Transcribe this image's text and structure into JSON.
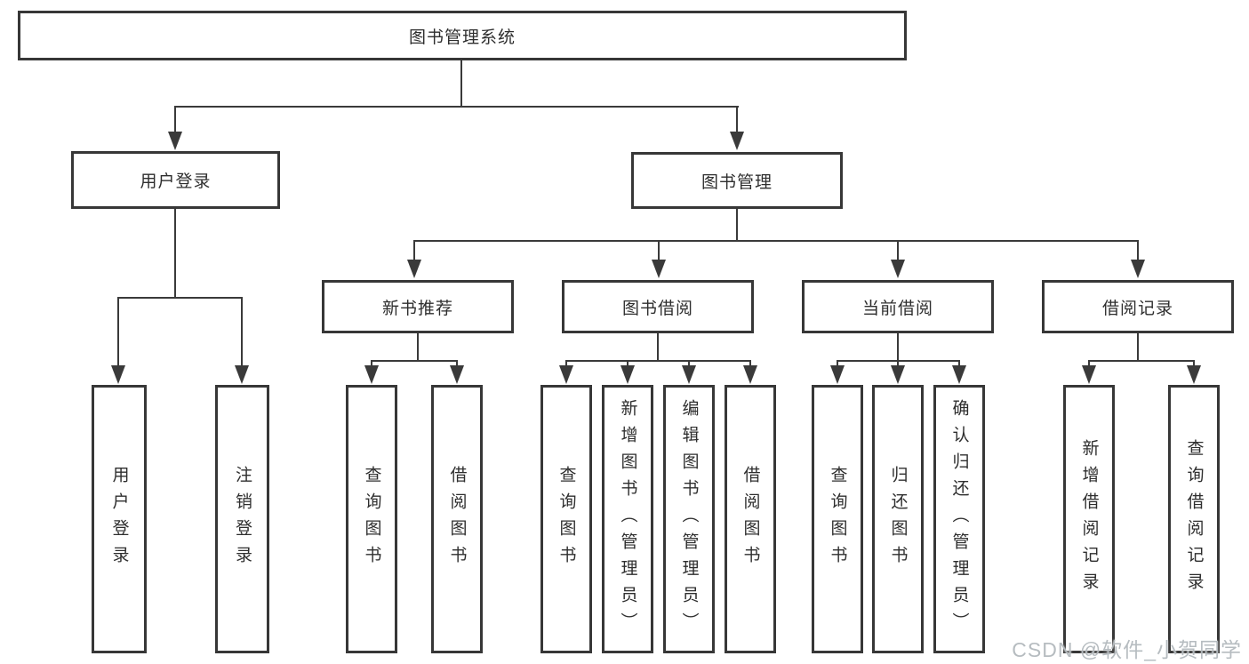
{
  "diagram": {
    "title_node": {
      "label": "图书管理系统"
    },
    "level2": {
      "user_login": {
        "label": "用户登录"
      },
      "book_management": {
        "label": "图书管理"
      }
    },
    "level3": {
      "new_book_recommend": {
        "label": "新书推荐"
      },
      "book_borrow": {
        "label": "图书借阅"
      },
      "current_borrow": {
        "label": "当前借阅"
      },
      "borrow_records": {
        "label": "借阅记录"
      }
    },
    "leaves": {
      "user_login_leaf": {
        "label": "用户登录"
      },
      "logout": {
        "label": "注销登录"
      },
      "query_book_1": {
        "label": "查询图书"
      },
      "borrow_book_1": {
        "label": "借阅图书"
      },
      "query_book_2": {
        "label": "查询图书"
      },
      "add_book_admin": {
        "label": "新增图书（管理员）"
      },
      "edit_book_admin": {
        "label": "编辑图书（管理员）"
      },
      "borrow_book_2": {
        "label": "借阅图书"
      },
      "query_book_3": {
        "label": "查询图书"
      },
      "return_book": {
        "label": "归还图书"
      },
      "confirm_return_admin": {
        "label": "确认归还（管理员）"
      },
      "add_borrow_record": {
        "label": "新增借阅记录"
      },
      "query_borrow_record": {
        "label": "查询借阅记录"
      }
    }
  },
  "watermark": {
    "text": "CSDN @软件_小贺同学"
  },
  "colors": {
    "background": "#ffffff",
    "box_border": "#373737",
    "line": "#3a3a3a",
    "text": "#2e2e2e",
    "watermark": "#b2b8bd"
  }
}
